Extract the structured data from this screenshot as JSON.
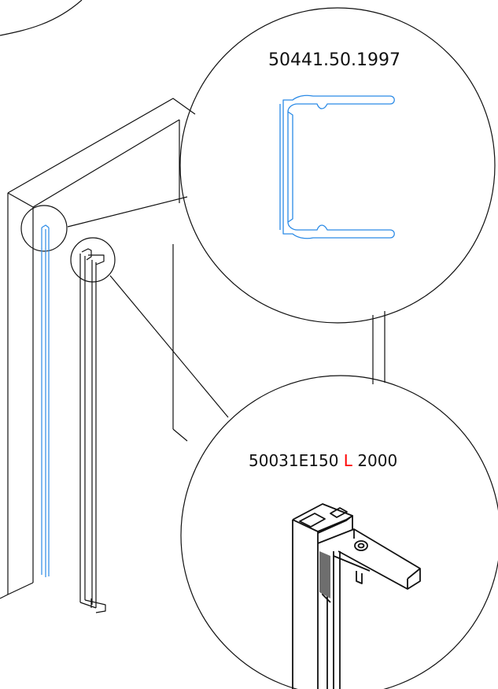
{
  "detail_top": {
    "part_number": "50441.50.1997"
  },
  "detail_bottom": {
    "part_code": "50031E150",
    "length_marker": "L",
    "length_value": "2000"
  },
  "colors": {
    "profile_highlight": "#2a8ae6",
    "length_marker": "#ff0000",
    "line": "#111111"
  }
}
